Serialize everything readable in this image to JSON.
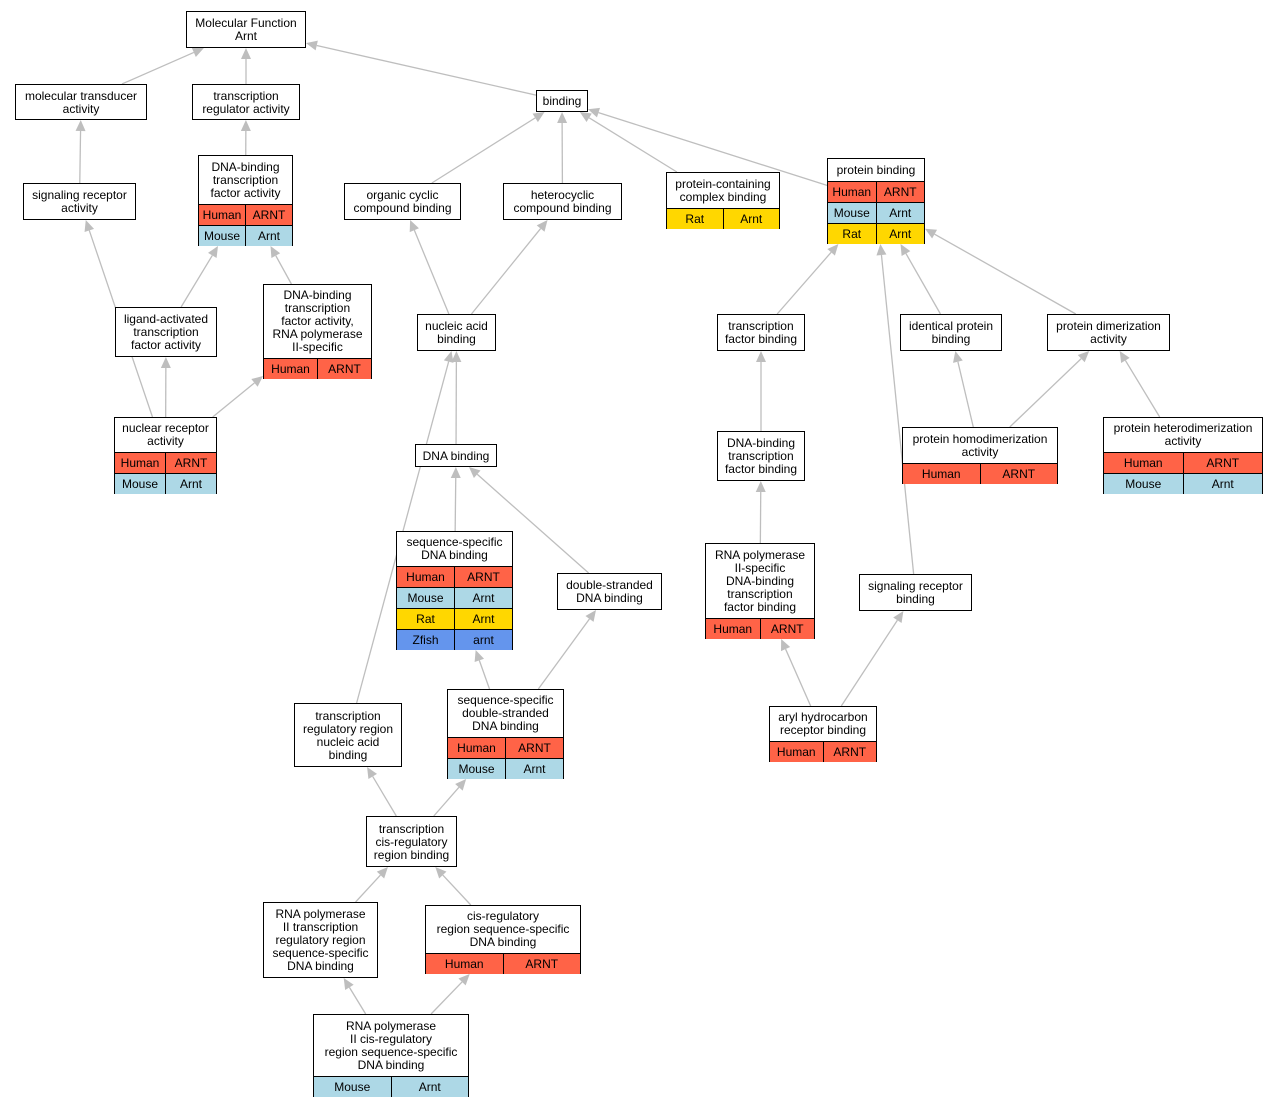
{
  "colors": {
    "edge": "#bebebe",
    "Human": "#ff6347",
    "Mouse": "#add8e6",
    "Rat": "#ffd700",
    "Zfish": "#6495ed"
  },
  "nodes": [
    {
      "id": "molecular_function",
      "label": "Molecular Function\nArnt",
      "rows": []
    },
    {
      "id": "molecular_transducer_activity",
      "label": "molecular transducer\nactivity",
      "rows": []
    },
    {
      "id": "transcription_regulator_activity",
      "label": "transcription\nregulator activity",
      "rows": []
    },
    {
      "id": "binding",
      "label": "binding",
      "rows": []
    },
    {
      "id": "signaling_receptor_activity",
      "label": "signaling receptor\nactivity",
      "rows": []
    },
    {
      "id": "dna_binding_tf_activity",
      "label": "DNA-binding\ntranscription\nfactor activity",
      "rows": [
        {
          "species": "Human",
          "gene": "ARNT"
        },
        {
          "species": "Mouse",
          "gene": "Arnt"
        }
      ]
    },
    {
      "id": "organic_cyclic_compound_binding",
      "label": "organic cyclic\ncompound binding",
      "rows": []
    },
    {
      "id": "heterocyclic_compound_binding",
      "label": "heterocyclic\ncompound binding",
      "rows": []
    },
    {
      "id": "protein_containing_complex_binding",
      "label": "protein-containing\ncomplex binding",
      "rows": [
        {
          "species": "Rat",
          "gene": "Arnt"
        }
      ]
    },
    {
      "id": "protein_binding",
      "label": "protein binding",
      "rows": [
        {
          "species": "Human",
          "gene": "ARNT"
        },
        {
          "species": "Mouse",
          "gene": "Arnt"
        },
        {
          "species": "Rat",
          "gene": "Arnt"
        }
      ]
    },
    {
      "id": "ligand_activated_tf_activity",
      "label": "ligand-activated\ntranscription\nfactor activity",
      "rows": []
    },
    {
      "id": "dna_binding_tf_activity_rnap2",
      "label": "DNA-binding\ntranscription\nfactor activity,\nRNA polymerase\nII-specific",
      "rows": [
        {
          "species": "Human",
          "gene": "ARNT"
        }
      ]
    },
    {
      "id": "nucleic_acid_binding",
      "label": "nucleic acid\nbinding",
      "rows": []
    },
    {
      "id": "transcription_factor_binding",
      "label": "transcription\nfactor binding",
      "rows": []
    },
    {
      "id": "identical_protein_binding",
      "label": "identical protein\nbinding",
      "rows": []
    },
    {
      "id": "protein_dimerization_activity",
      "label": "protein dimerization\nactivity",
      "rows": []
    },
    {
      "id": "nuclear_receptor_activity",
      "label": "nuclear receptor\nactivity",
      "rows": [
        {
          "species": "Human",
          "gene": "ARNT"
        },
        {
          "species": "Mouse",
          "gene": "Arnt"
        }
      ]
    },
    {
      "id": "dna_binding",
      "label": "DNA binding",
      "rows": []
    },
    {
      "id": "dna_binding_tf_binding",
      "label": "DNA-binding\ntranscription\nfactor binding",
      "rows": []
    },
    {
      "id": "protein_homodimerization_activity",
      "label": "protein homodimerization\nactivity",
      "rows": [
        {
          "species": "Human",
          "gene": "ARNT"
        }
      ]
    },
    {
      "id": "protein_heterodimerization_activity",
      "label": "protein heterodimerization\nactivity",
      "rows": [
        {
          "species": "Human",
          "gene": "ARNT"
        },
        {
          "species": "Mouse",
          "gene": "Arnt"
        }
      ]
    },
    {
      "id": "sequence_specific_dna_binding",
      "label": "sequence-specific\nDNA binding",
      "rows": [
        {
          "species": "Human",
          "gene": "ARNT"
        },
        {
          "species": "Mouse",
          "gene": "Arnt"
        },
        {
          "species": "Rat",
          "gene": "Arnt"
        },
        {
          "species": "Zfish",
          "gene": "arnt"
        }
      ]
    },
    {
      "id": "double_stranded_dna_binding",
      "label": "double-stranded\nDNA binding",
      "rows": []
    },
    {
      "id": "rnap2_specific_dna_binding_tf_binding",
      "label": "RNA polymerase\nII-specific\nDNA-binding\ntranscription\nfactor binding",
      "rows": [
        {
          "species": "Human",
          "gene": "ARNT"
        }
      ]
    },
    {
      "id": "signaling_receptor_binding",
      "label": "signaling receptor\nbinding",
      "rows": []
    },
    {
      "id": "sequence_specific_ds_dna_binding",
      "label": "sequence-specific\ndouble-stranded\nDNA binding",
      "rows": [
        {
          "species": "Human",
          "gene": "ARNT"
        },
        {
          "species": "Mouse",
          "gene": "Arnt"
        }
      ]
    },
    {
      "id": "transcription_regulatory_region_na_binding",
      "label": "transcription\nregulatory region\nnucleic acid\nbinding",
      "rows": []
    },
    {
      "id": "aryl_hydrocarbon_receptor_binding",
      "label": "aryl hydrocarbon\nreceptor binding",
      "rows": [
        {
          "species": "Human",
          "gene": "ARNT"
        }
      ]
    },
    {
      "id": "transcription_cis_regulatory_region_binding",
      "label": "transcription\ncis-regulatory\nregion binding",
      "rows": []
    },
    {
      "id": "rnap2_transcription_regulatory_region_ss_dna_binding",
      "label": "RNA polymerase\nII transcription\nregulatory region\nsequence-specific\nDNA binding",
      "rows": []
    },
    {
      "id": "cis_regulatory_region_ss_dna_binding",
      "label": "cis-regulatory\nregion sequence-specific\nDNA binding",
      "rows": [
        {
          "species": "Human",
          "gene": "ARNT"
        }
      ]
    },
    {
      "id": "rnap2_cis_regulatory_region_ss_dna_binding",
      "label": "RNA polymerase\nII cis-regulatory\nregion sequence-specific\nDNA binding",
      "rows": [
        {
          "species": "Mouse",
          "gene": "Arnt"
        }
      ]
    }
  ],
  "edges": [
    {
      "from": "molecular_transducer_activity",
      "to": "molecular_function"
    },
    {
      "from": "transcription_regulator_activity",
      "to": "molecular_function"
    },
    {
      "from": "binding",
      "to": "molecular_function"
    },
    {
      "from": "signaling_receptor_activity",
      "to": "molecular_transducer_activity"
    },
    {
      "from": "dna_binding_tf_activity",
      "to": "transcription_regulator_activity"
    },
    {
      "from": "organic_cyclic_compound_binding",
      "to": "binding"
    },
    {
      "from": "heterocyclic_compound_binding",
      "to": "binding"
    },
    {
      "from": "protein_containing_complex_binding",
      "to": "binding"
    },
    {
      "from": "protein_binding",
      "to": "binding"
    },
    {
      "from": "nuclear_receptor_activity",
      "to": "signaling_receptor_activity"
    },
    {
      "from": "ligand_activated_tf_activity",
      "to": "dna_binding_tf_activity"
    },
    {
      "from": "dna_binding_tf_activity_rnap2",
      "to": "dna_binding_tf_activity"
    },
    {
      "from": "nuclear_receptor_activity",
      "to": "ligand_activated_tf_activity"
    },
    {
      "from": "nuclear_receptor_activity",
      "to": "dna_binding_tf_activity_rnap2"
    },
    {
      "from": "nucleic_acid_binding",
      "to": "organic_cyclic_compound_binding"
    },
    {
      "from": "nucleic_acid_binding",
      "to": "heterocyclic_compound_binding"
    },
    {
      "from": "dna_binding",
      "to": "nucleic_acid_binding"
    },
    {
      "from": "transcription_regulatory_region_na_binding",
      "to": "nucleic_acid_binding"
    },
    {
      "from": "sequence_specific_dna_binding",
      "to": "dna_binding"
    },
    {
      "from": "double_stranded_dna_binding",
      "to": "dna_binding"
    },
    {
      "from": "sequence_specific_ds_dna_binding",
      "to": "sequence_specific_dna_binding"
    },
    {
      "from": "sequence_specific_ds_dna_binding",
      "to": "double_stranded_dna_binding"
    },
    {
      "from": "transcription_cis_regulatory_region_binding",
      "to": "transcription_regulatory_region_na_binding"
    },
    {
      "from": "transcription_cis_regulatory_region_binding",
      "to": "sequence_specific_ds_dna_binding"
    },
    {
      "from": "rnap2_transcription_regulatory_region_ss_dna_binding",
      "to": "transcription_cis_regulatory_region_binding"
    },
    {
      "from": "cis_regulatory_region_ss_dna_binding",
      "to": "transcription_cis_regulatory_region_binding"
    },
    {
      "from": "rnap2_cis_regulatory_region_ss_dna_binding",
      "to": "rnap2_transcription_regulatory_region_ss_dna_binding"
    },
    {
      "from": "rnap2_cis_regulatory_region_ss_dna_binding",
      "to": "cis_regulatory_region_ss_dna_binding"
    },
    {
      "from": "transcription_factor_binding",
      "to": "protein_binding"
    },
    {
      "from": "identical_protein_binding",
      "to": "protein_binding"
    },
    {
      "from": "protein_dimerization_activity",
      "to": "protein_binding"
    },
    {
      "from": "signaling_receptor_binding",
      "to": "protein_binding"
    },
    {
      "from": "dna_binding_tf_binding",
      "to": "transcription_factor_binding"
    },
    {
      "from": "rnap2_specific_dna_binding_tf_binding",
      "to": "dna_binding_tf_binding"
    },
    {
      "from": "aryl_hydrocarbon_receptor_binding",
      "to": "rnap2_specific_dna_binding_tf_binding"
    },
    {
      "from": "aryl_hydrocarbon_receptor_binding",
      "to": "signaling_receptor_binding"
    },
    {
      "from": "protein_homodimerization_activity",
      "to": "identical_protein_binding"
    },
    {
      "from": "protein_homodimerization_activity",
      "to": "protein_dimerization_activity"
    },
    {
      "from": "protein_heterodimerization_activity",
      "to": "protein_dimerization_activity"
    }
  ]
}
